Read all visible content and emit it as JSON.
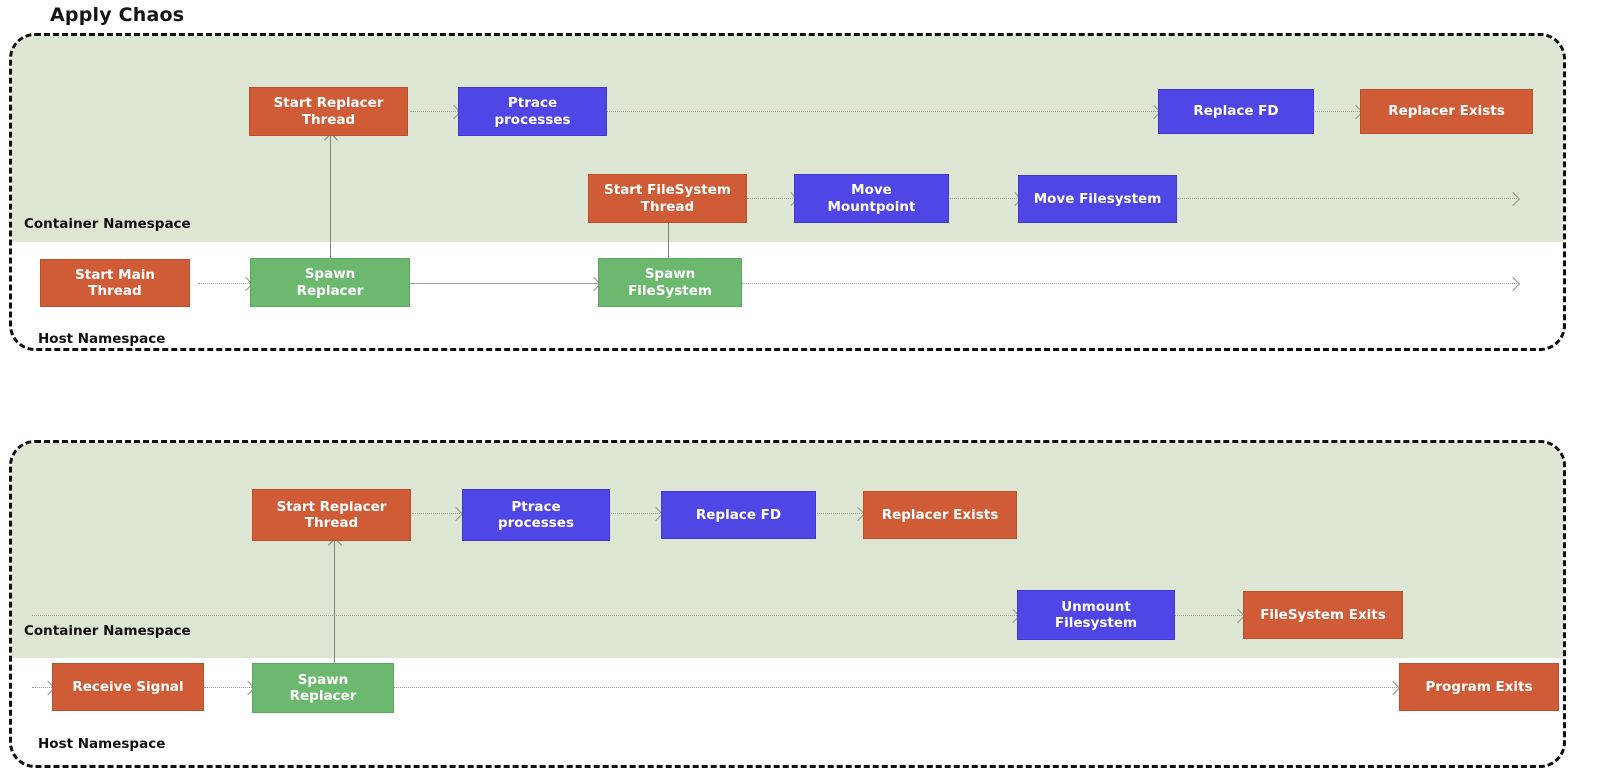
{
  "title": "Apply Chaos",
  "colors": {
    "orange": "#cf5c37",
    "blue": "#4f46e5",
    "green": "#6cb86f",
    "namespace_band": "#dde5d3",
    "panel_border": "#0f0f0f",
    "arrow": "#9aa39a",
    "text_on_node": "#ffffff",
    "title_text": "#141414"
  },
  "panels": [
    {
      "id": "panel-apply-chaos",
      "container_label": "Container Namespace",
      "host_label": "Host Namespace",
      "nodes": [
        {
          "id": "p1-start-replacer-thread",
          "label": "Start Replacer\nThread",
          "color": "orange",
          "lane": "container"
        },
        {
          "id": "p1-ptrace-processes",
          "label": "Ptrace\nprocesses",
          "color": "blue",
          "lane": "container"
        },
        {
          "id": "p1-replace-fd",
          "label": "Replace FD",
          "color": "blue",
          "lane": "container"
        },
        {
          "id": "p1-replacer-exists",
          "label": "Replacer Exists",
          "color": "orange",
          "lane": "container"
        },
        {
          "id": "p1-start-filesystem-thread",
          "label": "Start FileSystem\nThread",
          "color": "orange",
          "lane": "container"
        },
        {
          "id": "p1-move-mountpoint",
          "label": "Move\nMountpoint",
          "color": "blue",
          "lane": "container"
        },
        {
          "id": "p1-move-filesystem",
          "label": "Move Filesystem",
          "color": "blue",
          "lane": "container"
        },
        {
          "id": "p1-start-main-thread",
          "label": "Start Main\nThread",
          "color": "orange",
          "lane": "host"
        },
        {
          "id": "p1-spawn-replacer",
          "label": "Spawn\nReplacer",
          "color": "green",
          "lane": "host"
        },
        {
          "id": "p1-spawn-filesystem",
          "label": "Spawn\nFileSystem",
          "color": "green",
          "lane": "host"
        }
      ]
    },
    {
      "id": "panel-cleanup",
      "container_label": "Container Namespace",
      "host_label": "Host Namespace",
      "nodes": [
        {
          "id": "p2-start-replacer-thread",
          "label": "Start Replacer\nThread",
          "color": "orange",
          "lane": "container"
        },
        {
          "id": "p2-ptrace-processes",
          "label": "Ptrace\nprocesses",
          "color": "blue",
          "lane": "container"
        },
        {
          "id": "p2-replace-fd",
          "label": "Replace FD",
          "color": "blue",
          "lane": "container"
        },
        {
          "id": "p2-replacer-exists",
          "label": "Replacer Exists",
          "color": "orange",
          "lane": "container"
        },
        {
          "id": "p2-unmount-filesystem",
          "label": "Unmount\nFilesystem",
          "color": "blue",
          "lane": "container"
        },
        {
          "id": "p2-filesystem-exits",
          "label": "FileSystem Exits",
          "color": "orange",
          "lane": "container"
        },
        {
          "id": "p2-receive-signal",
          "label": "Receive Signal",
          "color": "orange",
          "lane": "host"
        },
        {
          "id": "p2-spawn-replacer",
          "label": "Spawn\nReplacer",
          "color": "green",
          "lane": "host"
        },
        {
          "id": "p2-program-exits",
          "label": "Program Exits",
          "color": "orange",
          "lane": "host"
        }
      ]
    }
  ]
}
